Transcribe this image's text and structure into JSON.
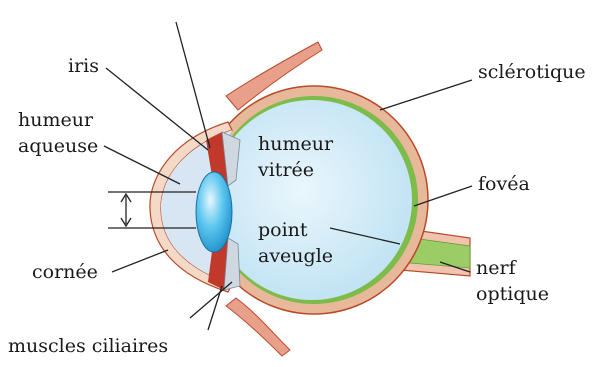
{
  "labels": {
    "iris": "iris",
    "humeur_aqueuse_1": "humeur",
    "humeur_aqueuse_2": "aqueuse",
    "cornee": "cornée",
    "muscles_ciliaires": "muscles ciliaires",
    "humeur_vitree_1": "humeur",
    "humeur_vitree_2": "vitrée",
    "point_aveugle_1": "point",
    "point_aveugle_2": "aveugle",
    "sclerotique": "sclérotique",
    "fovea": "fovéa",
    "nerf_optique_1": "nerf",
    "nerf_optique_2": "optique"
  },
  "colors": {
    "sclera": "#e8b89a",
    "sclera_edge": "#b84a2a",
    "vitreous": "#cfe9f6",
    "retina": "#7dbb4a",
    "cornea": "#f3d9c6",
    "aqueous": "#d8e6f3",
    "lens": "#39b4e6",
    "iris": "#c0392b",
    "nerve": "#9ccc65"
  }
}
